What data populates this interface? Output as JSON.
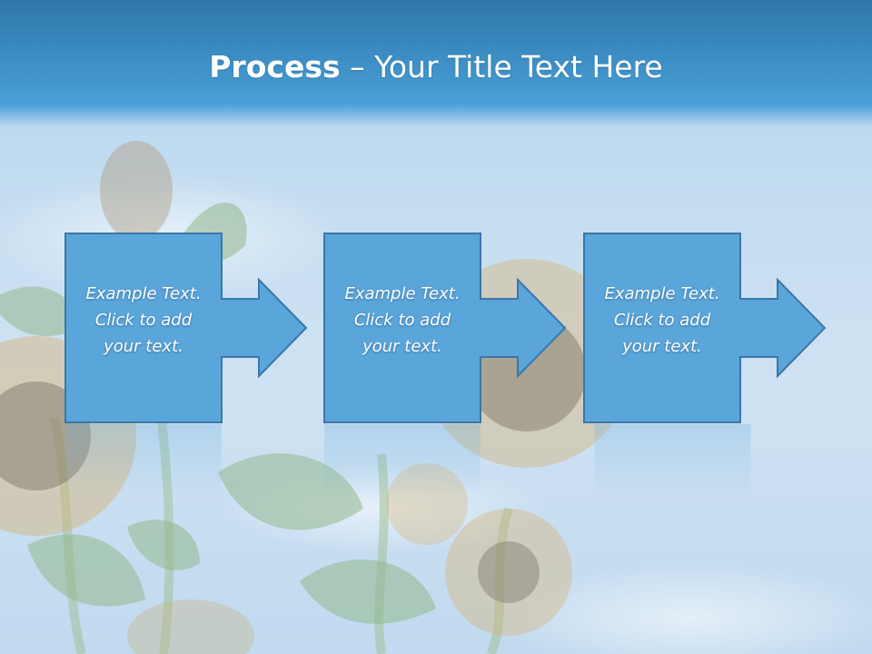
{
  "slide": {
    "title_bold": "Process",
    "title_rest": " – Your Title Text Here"
  },
  "steps": [
    {
      "line1": "Example Text.",
      "line2": "Click  to add",
      "line3": "your text."
    },
    {
      "line1": "Example Text.",
      "line2": "Click  to add",
      "line3": "your text."
    },
    {
      "line1": "Example Text.",
      "line2": "Click  to add",
      "line3": "your text."
    }
  ],
  "colors": {
    "title_band": "#3e90c6",
    "step_fill": "#5aa6da",
    "step_border": "#3c76a8",
    "title_text": "#ffffff"
  }
}
